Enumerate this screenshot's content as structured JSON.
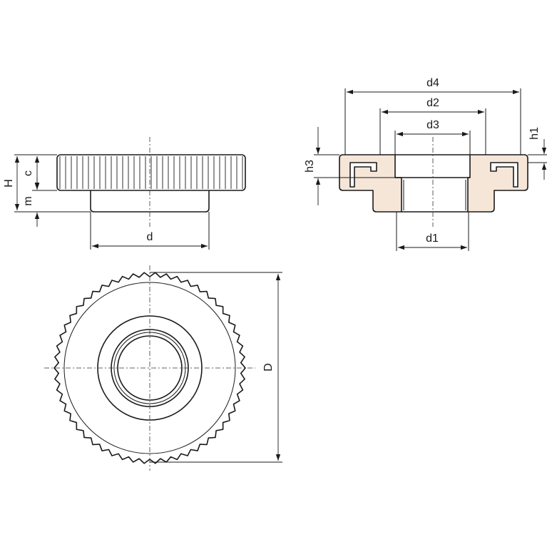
{
  "labels": {
    "H": "H",
    "c": "c",
    "m": "m",
    "d": "d",
    "d4": "d4",
    "d2": "d2",
    "d3": "d3",
    "h1": "h1",
    "h3": "h3",
    "d1": "d1",
    "D": "D"
  },
  "colors": {
    "line": "#1a1a1a",
    "section_fill": "#f6e6d8"
  },
  "knurl": {
    "side_ridges": 32,
    "top_teeth": 54
  }
}
